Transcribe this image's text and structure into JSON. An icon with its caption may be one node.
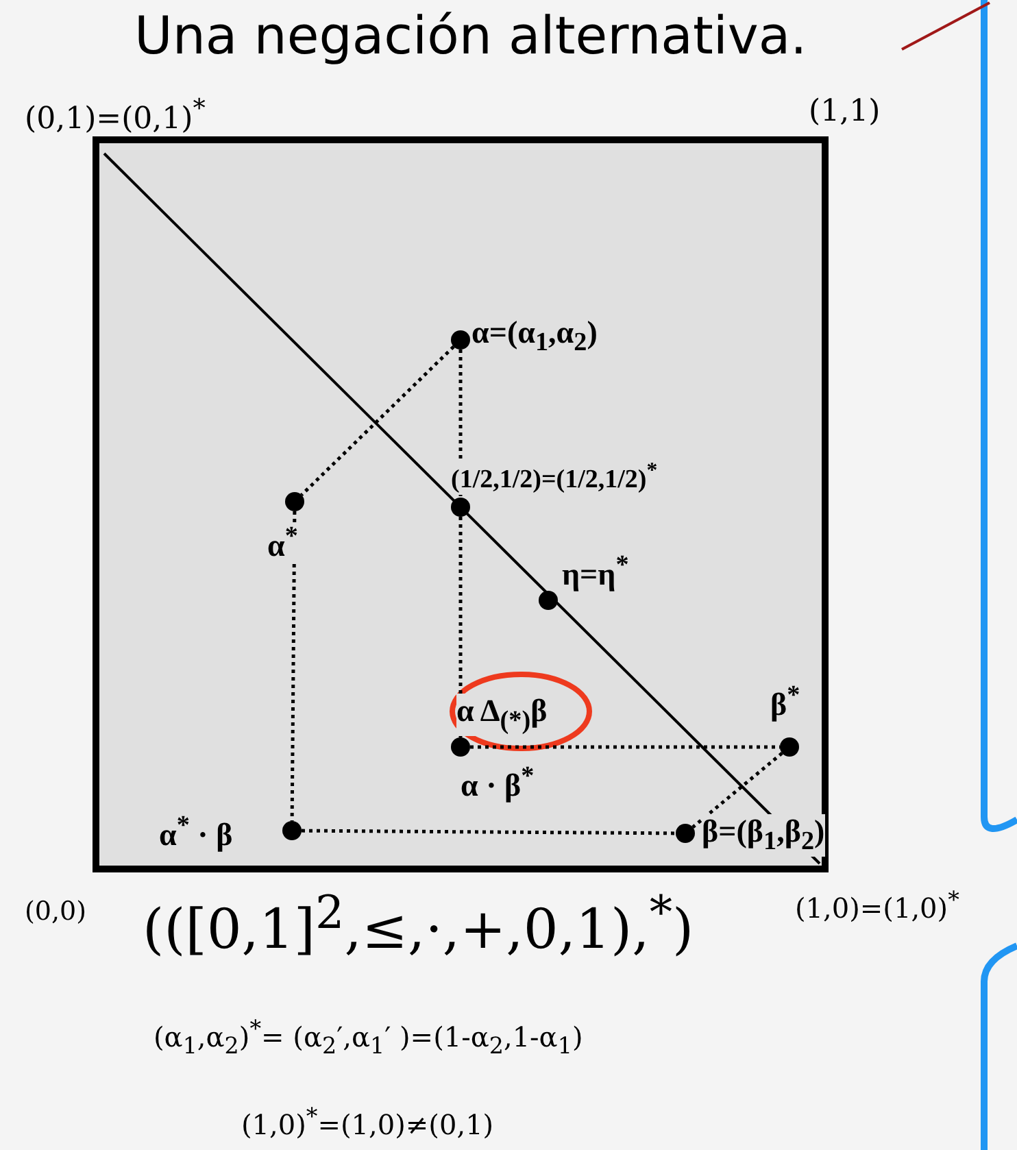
{
  "diagram": {
    "title": "Una negación alternativa.",
    "nodes": [
      {
        "text": [],
        "shape": "circle",
        "beside": [
          "α=(α$_{1}$,α$_{2}$)"
        ]
      },
      {
        "text": [],
        "shape": "circle",
        "beside": [
          "α$^{*}$"
        ]
      },
      {
        "text": [],
        "shape": "circle",
        "beside": [
          "(1/2,1/2)=(1/2,1/2)$^{*}$"
        ]
      },
      {
        "text": [],
        "shape": "circle",
        "beside": [
          "η=η$^{*}$"
        ]
      },
      {
        "text": [],
        "shape": "circle",
        "beside": [
          "α Δ$_{(*)}$β",
          "α · β$^{*}$"
        ]
      },
      {
        "text": [],
        "shape": "circle",
        "beside": [
          "β$^{*}$"
        ]
      },
      {
        "text": [],
        "shape": "circle",
        "beside": [
          "α$^{*}$ · β"
        ]
      },
      {
        "text": [],
        "shape": "circle",
        "beside": [
          "β=(β$_{1}$,β$_{2}$)"
        ]
      }
    ],
    "edges": [
      {
        "from": 0,
        "to": 1,
        "arrow": "none"
      },
      {
        "from": 0,
        "to": 2,
        "arrow": "none"
      },
      {
        "from": 2,
        "to": 4,
        "arrow": "none"
      },
      {
        "from": 1,
        "to": 6,
        "arrow": "none"
      },
      {
        "from": 4,
        "to": 5,
        "arrow": "none"
      },
      {
        "from": 5,
        "to": 7,
        "arrow": "none"
      },
      {
        "from": 6,
        "to": 7,
        "arrow": "none"
      }
    ],
    "labels": [
      "(0,1)=(0,1)$^{*}$",
      "(1,1)",
      "(0,0)",
      "(([0,1]$^{2}$,≤,·,+,0,1),$^{*}$)",
      "(1,0)=(1,0)$^{*}$",
      "(α$_{1}$,α$_{2}$)$^{*}$= (α$_{2}$′,α$_{1}$′ )=(1-α$_{2}$,1-α$_{1}$)",
      "(1,0)$^{*}$=(1,0)≠(0,1)"
    ]
  }
}
